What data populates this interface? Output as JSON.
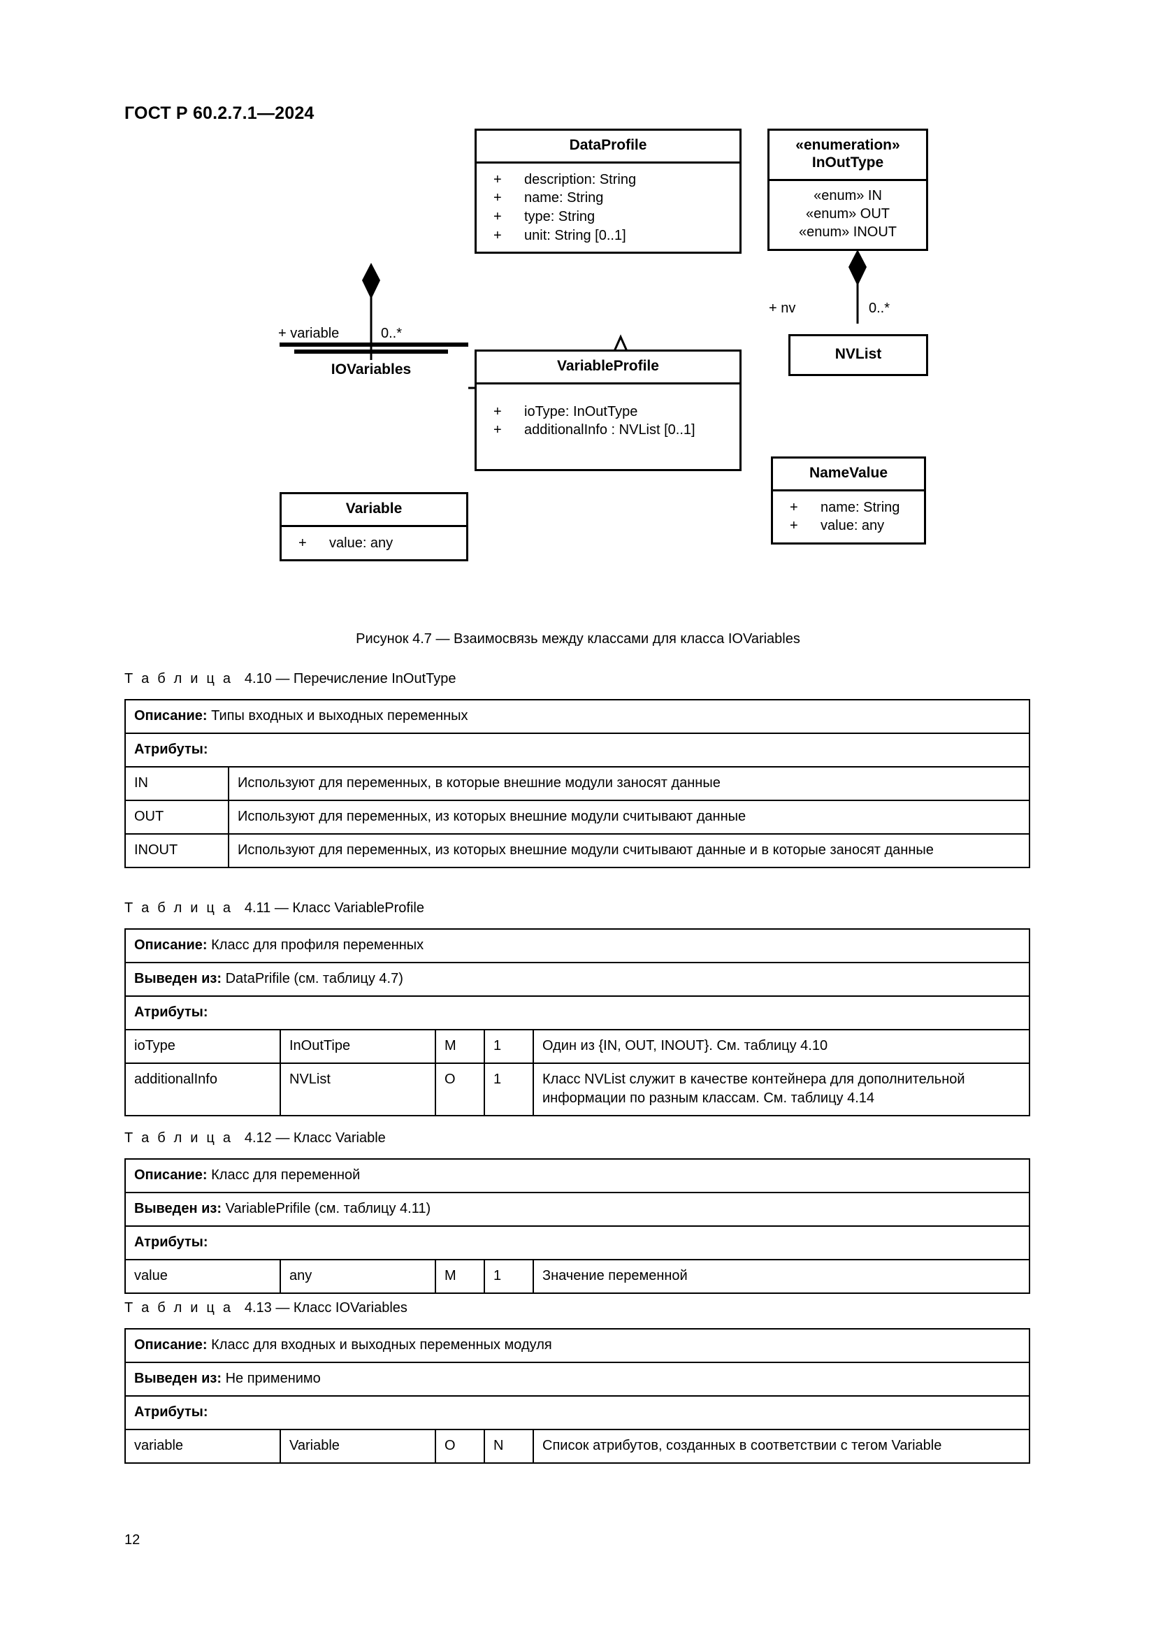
{
  "header": {
    "standard_id": "ГОСТ Р 60.2.7.1—2024"
  },
  "diagram": {
    "classes": {
      "data_profile": {
        "name": "DataProfile",
        "attributes": [
          {
            "visibility": "+",
            "text": "description: String"
          },
          {
            "visibility": "+",
            "text": "name: String"
          },
          {
            "visibility": "+",
            "text": "type: String"
          },
          {
            "visibility": "+",
            "text": "unit: String [0..1]"
          }
        ]
      },
      "in_out_type": {
        "stereotype": "«enumeration»",
        "name": "InOutType",
        "literals": [
          "«enum» IN",
          "«enum» OUT",
          "«enum» INOUT"
        ]
      },
      "io_variables": {
        "name": "IOVariables"
      },
      "variable_profile": {
        "name": "VariableProfile",
        "attributes": [
          {
            "visibility": "+",
            "text": "ioType: InOutType"
          },
          {
            "visibility": "+",
            "text": "additionalInfo : NVList [0..1]"
          }
        ]
      },
      "nvlist": {
        "name": "NVList"
      },
      "name_value": {
        "name": "NameValue",
        "attributes": [
          {
            "visibility": "+",
            "text": "name: String"
          },
          {
            "visibility": "+",
            "text": "value: any"
          }
        ]
      },
      "variable": {
        "name": "Variable",
        "attributes": [
          {
            "visibility": "+",
            "text": "value: any"
          }
        ]
      }
    },
    "association_labels": {
      "variable_role": "+ variable",
      "variable_multiplicity": "0..*",
      "nv_role": "+ nv",
      "nv_multiplicity": "0..*"
    }
  },
  "figure": {
    "caption": "Рисунок 4.7 — Взаимосвязь между классами для класса IOVariables"
  },
  "tables": [
    {
      "caption_prefix": "Т а б л и ц а",
      "caption_rest": "4.10 — Перечисление InOutType",
      "description_label": "Описание:",
      "description_value": "Типы входных и выходных переменных",
      "attributes_label": "Атрибуты:",
      "rows": [
        {
          "key": "IN",
          "desc": "Используют для переменных, в которые внешние модули заносят данные"
        },
        {
          "key": "OUT",
          "desc": "Используют для переменных, из которых внешние модули считывают данные"
        },
        {
          "key": "INOUT",
          "desc": "Используют для переменных, из которых внешние модули считывают данные и в которые заносят данные"
        }
      ]
    },
    {
      "caption_prefix": "Т а б л и ц а",
      "caption_rest": "4.11 — Класс VariableProfile",
      "description_label": "Описание:",
      "description_value": "Класс для профиля переменных",
      "derived_label": "Выведен из:",
      "derived_value": "DataPrifile (см. таблицу 4.7)",
      "attributes_label": "Атрибуты:",
      "rows": [
        {
          "name": "ioType",
          "type": "InOutTipe",
          "mo": "M",
          "card": "1",
          "desc": "Один из {IN, OUT, INOUT}. См. таблицу 4.10"
        },
        {
          "name": "additionalInfo",
          "type": "NVList",
          "mo": "O",
          "card": "1",
          "desc": "Класс NVList служит в качестве контейнера для дополнительной информации по разным классам. См. таблицу 4.14"
        }
      ]
    },
    {
      "caption_prefix": "Т а б л и ц а",
      "caption_rest": "4.12 — Класс Variable",
      "description_label": "Описание:",
      "description_value": "Класс для переменной",
      "derived_label": "Выведен из:",
      "derived_value": "VariablePrifile (см. таблицу 4.11)",
      "attributes_label": "Атрибуты:",
      "rows": [
        {
          "name": "value",
          "type": "any",
          "mo": "M",
          "card": "1",
          "desc": "Значение переменной"
        }
      ]
    },
    {
      "caption_prefix": "Т а б л и ц а",
      "caption_rest": "4.13 — Класс IOVariables",
      "description_label": "Описание:",
      "description_value": "Класс для входных и выходных переменных модуля",
      "derived_label": "Выведен из:",
      "derived_value": "Не применимо",
      "attributes_label": "Атрибуты:",
      "rows": [
        {
          "name": "variable",
          "type": "Variable",
          "mo": "O",
          "card": "N",
          "desc": "Список атрибутов, созданных в соответствии с тегом Variable"
        }
      ]
    }
  ],
  "footer": {
    "page_number": "12"
  }
}
